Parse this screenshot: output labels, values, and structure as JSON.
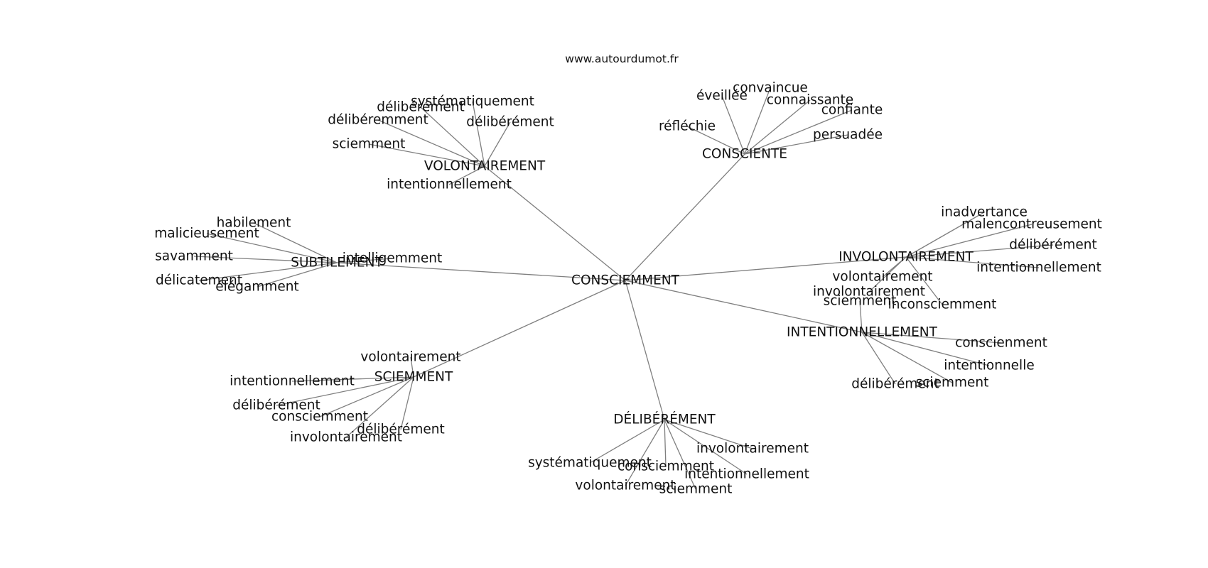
{
  "source": "www.autourdumot.fr",
  "center": "CONSCIEMMENT",
  "groups": [
    {
      "id": "volontairement",
      "label": "VOLONTAIREMENT",
      "leaves": [
        "systématiquement",
        "délibérément",
        "délibéremment",
        "délibérément",
        "sciemment",
        "intentionnellement"
      ]
    },
    {
      "id": "consciente",
      "label": "CONSCIENTE",
      "leaves": [
        "convaincue",
        "éveillée",
        "connaissante",
        "confiante",
        "réfléchie",
        "persuadée"
      ]
    },
    {
      "id": "subtilement",
      "label": "SUBTILEMENT",
      "leaves": [
        "habilement",
        "malicieusement",
        "savamment",
        "intelligemment",
        "délicatement",
        "élégamment"
      ]
    },
    {
      "id": "involontairement",
      "label": "INVOLONTAIREMENT",
      "leaves": [
        "inadvertance",
        "malencontreusement",
        "délibérément",
        "intentionnellement",
        "volontairement",
        "involontairement",
        "inconsciemment"
      ]
    },
    {
      "id": "intentionnellement",
      "label": "INTENTIONNELLEMENT",
      "leaves": [
        "sciemment",
        "conscienment",
        "intentionnelle",
        "délibérément",
        "sciemment"
      ]
    },
    {
      "id": "sciemment",
      "label": "SCIEMMENT",
      "leaves": [
        "volontairement",
        "intentionnellement",
        "délibérément",
        "consciemment",
        "délibérément",
        "involontairement"
      ]
    },
    {
      "id": "deliberement",
      "label": "DÉLIBÉRÉMENT",
      "leaves": [
        "involontairement",
        "systématiquement",
        "consciemment",
        "intentionnellement",
        "volontairement",
        "sciemment"
      ]
    }
  ]
}
